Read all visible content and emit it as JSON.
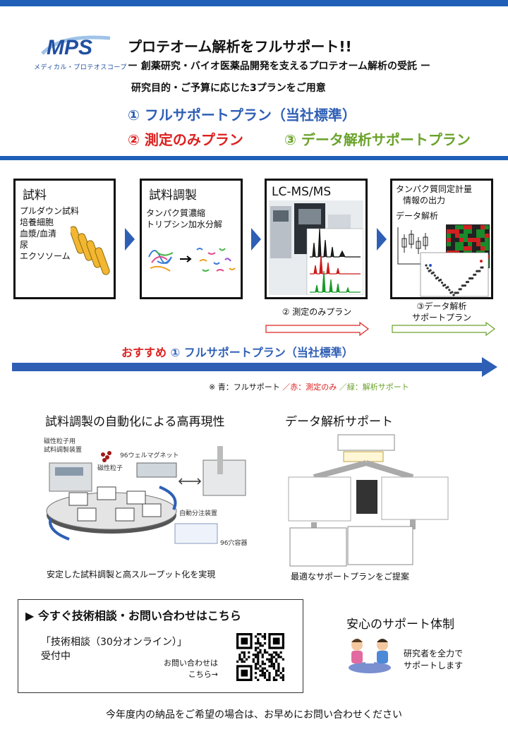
{
  "header": {
    "logo_text": "MPS",
    "company": "メディカル・プロテオスコープ",
    "headline": "プロテオーム解析をフルサポート!!",
    "subtitle": "ー 創薬研究・バイオ医薬品開発を支えるプロテオーム解析の受託 ー",
    "lead": "研究目的・ご予算に応じた3プランをご用意",
    "plan1": "① フルサポートプラン（当社標準）",
    "plan2": "② 測定のみプラン",
    "plan3": "③ データ解析サポートプラン"
  },
  "workflow": {
    "steps": [
      {
        "title": "試料",
        "items": [
          "プルダウン試料",
          "培養細胞",
          "血漿/血清",
          "尿",
          "エクソソーム"
        ]
      },
      {
        "title": "試料調製",
        "items": [
          "タンパク質濃縮",
          "トリプシン加水分解"
        ]
      },
      {
        "title": "LC-MS/MS",
        "items": []
      },
      {
        "title": "タンパク質同定計量",
        "items": [
          "情報の出力",
          "データ解析"
        ]
      }
    ],
    "measure_plan": "② 測定のみプラン",
    "analysis_plan_line1": "③データ解析",
    "analysis_plan_line2": "サポートプラン",
    "recommend_prefix": "おすすめ",
    "recommend_plan": "① フルサポートプラン（当社標準）",
    "legend_blue": "※ 青：フルサポート",
    "legend_red": "／赤：測定のみ",
    "legend_green": "／緑：解析サポート"
  },
  "features": {
    "automation": {
      "title": "試料調製の自動化による高再現性",
      "labels": {
        "device": "磁性粒子用",
        "device2": "試料調製装置",
        "particles": "磁性粒子",
        "magnet": "96ウェルマグネット",
        "dispenser": "自動分注装置",
        "plate": "96穴容器"
      },
      "caption": "安定した試料調製と高スループット化を実現"
    },
    "analysis": {
      "title": "データ解析サポート",
      "caption": "最適なサポートプランをご提案"
    }
  },
  "cta": {
    "heading": "▶ 今すぐ技術相談・お問い合わせはこちら",
    "consult_line1": "「技術相談（30分オンライン）」",
    "consult_line2": "受付中",
    "inquiry_line1": "お問い合わせは",
    "inquiry_line2": "こちら→"
  },
  "support": {
    "title": "安心のサポート体制",
    "line1": "研究者を全力で",
    "line2": "サポートします"
  },
  "footer": "今年度内の納品をご希望の場合は、お早めにお問い合わせください",
  "colors": {
    "blue": "#2e5fb5",
    "red": "#dd2020",
    "green": "#6aa22a",
    "band": "#1f5fb8"
  }
}
